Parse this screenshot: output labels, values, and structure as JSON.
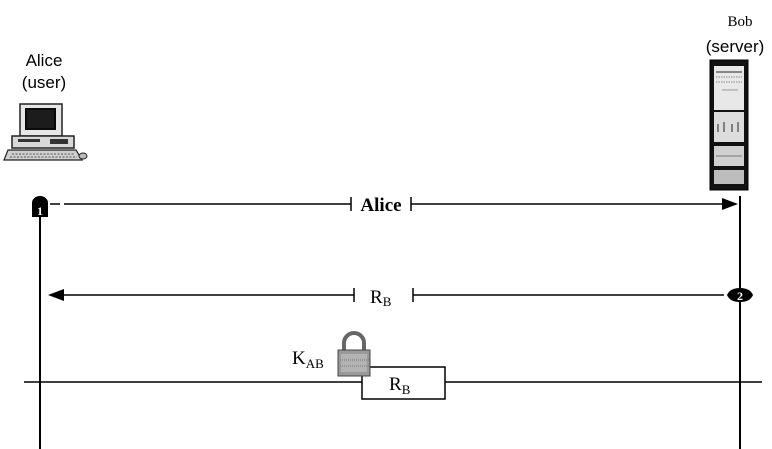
{
  "actors": {
    "alice": {
      "name": "Alice",
      "role": "(user)",
      "icon": "desktop-computer-icon"
    },
    "bob": {
      "name": "Bob",
      "role": "(server)",
      "icon": "server-rack-icon"
    }
  },
  "messages": [
    {
      "step": "1",
      "label": "Alice",
      "from": "alice",
      "to": "bob"
    },
    {
      "step": "2",
      "label_main": "R",
      "label_sub": "B",
      "from": "bob",
      "to": "alice"
    }
  ],
  "key_box": {
    "key_main": "K",
    "key_sub": "AB",
    "content_main": "R",
    "content_sub": "B",
    "icon": "padlock-icon"
  }
}
